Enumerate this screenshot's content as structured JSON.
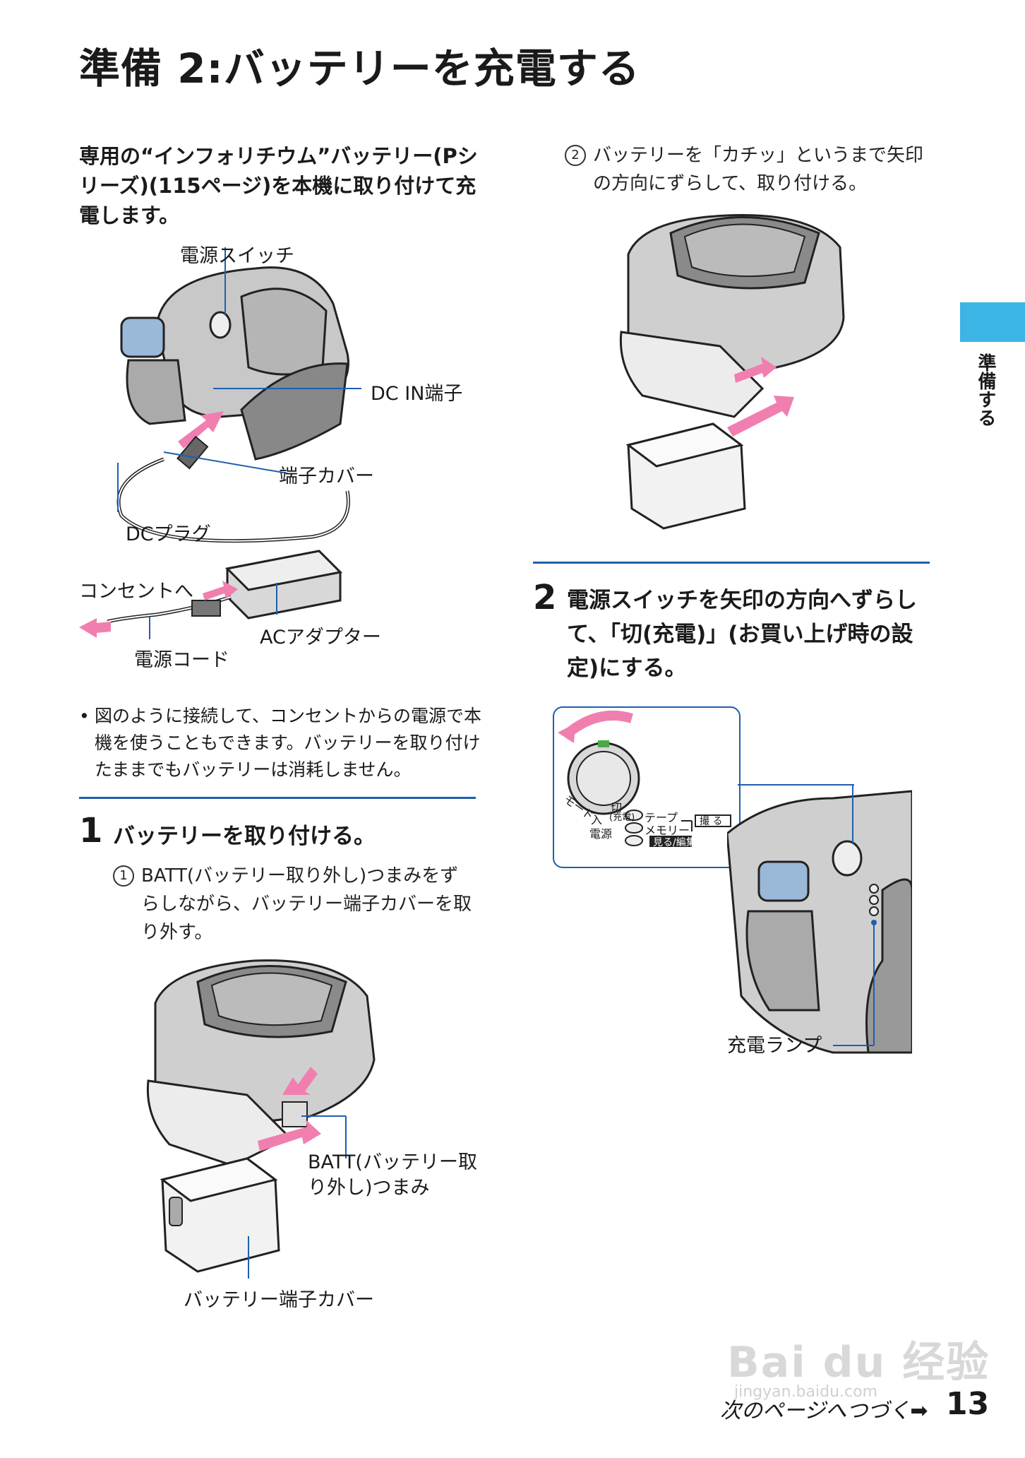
{
  "title": "準備 2:バッテリーを充電する",
  "intro": "専用の“インフォリチウム”バッテリー(Pシリーズ)(115ページ)を本機に取り付けて充電します。",
  "diagram1": {
    "labels": {
      "power_switch": "電源スイッチ",
      "dc_in": "DC IN端子",
      "terminal_cover": "端子カバー",
      "dc_plug": "DCプラグ",
      "to_outlet": "コンセントへ",
      "ac_adapter": "ACアダプター",
      "power_cord": "電源コード"
    }
  },
  "note": "図のように接続して、コンセントからの電源で本機を使うこともできます。バッテリーを取り付けたままでもバッテリーは消耗しません。",
  "note_bullet": "•",
  "step1": {
    "number": "1",
    "text": "バッテリーを取り付ける。",
    "sub1_num": "1",
    "sub1": "BATT(バッテリー取り外し)つまみをずらしながら、バッテリー端子カバーを取り外す。",
    "labels": {
      "batt_knob": "BATT(バッテリー取り外し)つまみ",
      "battery_cover": "バッテリー端子カバー"
    }
  },
  "step1_sub2": {
    "num": "2",
    "text": "バッテリーを「カチッ」というまで矢印の方向にずらして、取り付ける。"
  },
  "step2": {
    "number": "2",
    "text": "電源スイッチを矢印の方向へずらして、「切(充電)」(お買い上げ時の設定)にする。",
    "dial": {
      "mode": "モード",
      "on": "入",
      "off": "切",
      "charge": "(充電)",
      "power": "電源",
      "tape": "テープ",
      "memory": "メモリー",
      "shoot": "撮 る",
      "view": "見る/編集"
    },
    "charge_lamp": "充電ランプ"
  },
  "side_tab": "準備する",
  "footer": "次のページへつづく➡",
  "page_number": "13",
  "watermark": "Bai du 经验",
  "watermark_url": "jingyan.baidu.com",
  "colors": {
    "accent": "#3cb4e6",
    "rule": "#1f5fb0",
    "arrow": "#f07fb0"
  }
}
